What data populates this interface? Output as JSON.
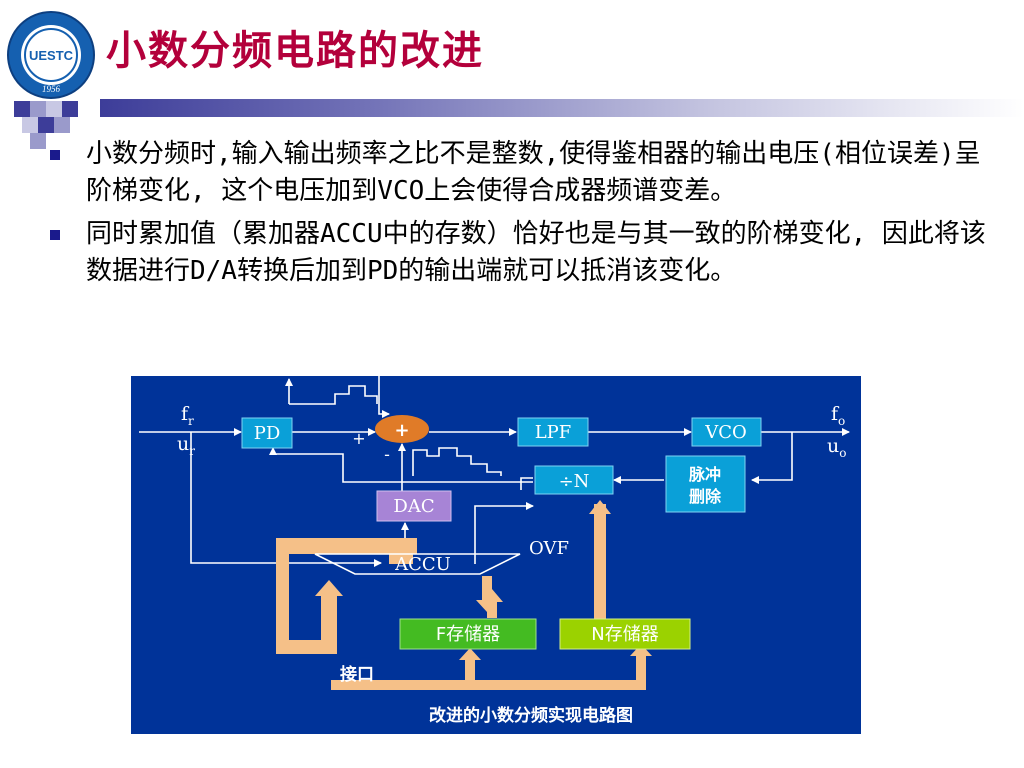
{
  "header": {
    "title": "小数分频电路的改进",
    "logo": {
      "icon": "university-seal-icon",
      "text": "UESTC",
      "year": "1956"
    }
  },
  "bullets": [
    "小数分频时,输入输出频率之比不是整数,使得鉴相器的输出电压(相位误差)呈阶梯变化, 这个电压加到VCO上会使得合成器频谱变差。",
    "同时累加值（累加器ACCU中的存数）恰好也是与其一致的阶梯变化, 因此将该数据进行D/A转换后加到PD的输出端就可以抵消该变化。"
  ],
  "diagram": {
    "fr": "f",
    "fr_sub": "r",
    "ur": "u",
    "ur_sub": "r",
    "fo": "f",
    "fo_sub": "o",
    "uo": "u",
    "uo_sub": "o",
    "pd": "PD",
    "sum_plus": "+",
    "sum_in_plus": "+",
    "sum_in_minus": "-",
    "lpf": "LPF",
    "vco": "VCO",
    "divn": "÷N",
    "pulse_line1": "脉冲",
    "pulse_line2": "删除",
    "dac": "DAC",
    "accu": "ACCU",
    "ovf": "OVF",
    "fmem": "F存储器",
    "nmem": "N存储器",
    "interface": "接口",
    "caption": "改进的小数分频实现电路图",
    "colors": {
      "background": "#003399",
      "block_blue": "#0aa0d8",
      "dac": "#a784d6",
      "memory": "#44bb22",
      "nmemory": "#9bd200",
      "summer": "#e07b28",
      "arrow": "#f5c088"
    }
  }
}
